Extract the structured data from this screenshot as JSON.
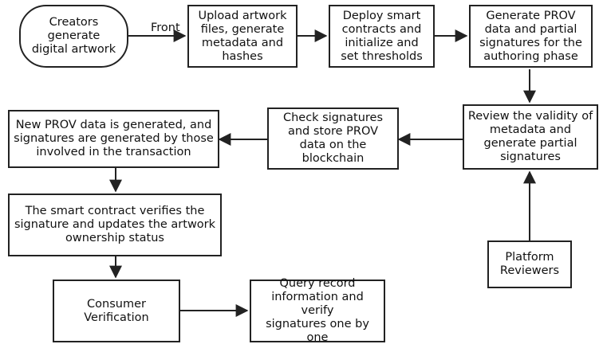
{
  "nodes": {
    "creators": "Creators generate\ndigital artwork",
    "upload": "Upload artwork\nfiles, generate\nmetadata and\nhashes",
    "deploy": "Deploy smart\ncontracts and\ninitialize and\nset thresholds",
    "generate_prov": "Generate PROV\ndata and partial\nsignatures for the\nauthoring phase",
    "review": "Review the validity of\nmetadata and\ngenerate partial\nsignatures",
    "check": "Check signatures\nand store PROV\ndata on the\nblockchain",
    "new_prov": "New PROV data is generated, and\nsignatures are generated by those\ninvolved in the transaction",
    "smart_contract": "The smart contract verifies the\nsignature and updates the artwork\nownership status",
    "consumer": "Consumer\nVerification",
    "query": "Query record\ninformation and verify\nsignatures one by one",
    "platform": "Platform\nReviewers"
  },
  "edge_labels": {
    "front": "Front"
  }
}
